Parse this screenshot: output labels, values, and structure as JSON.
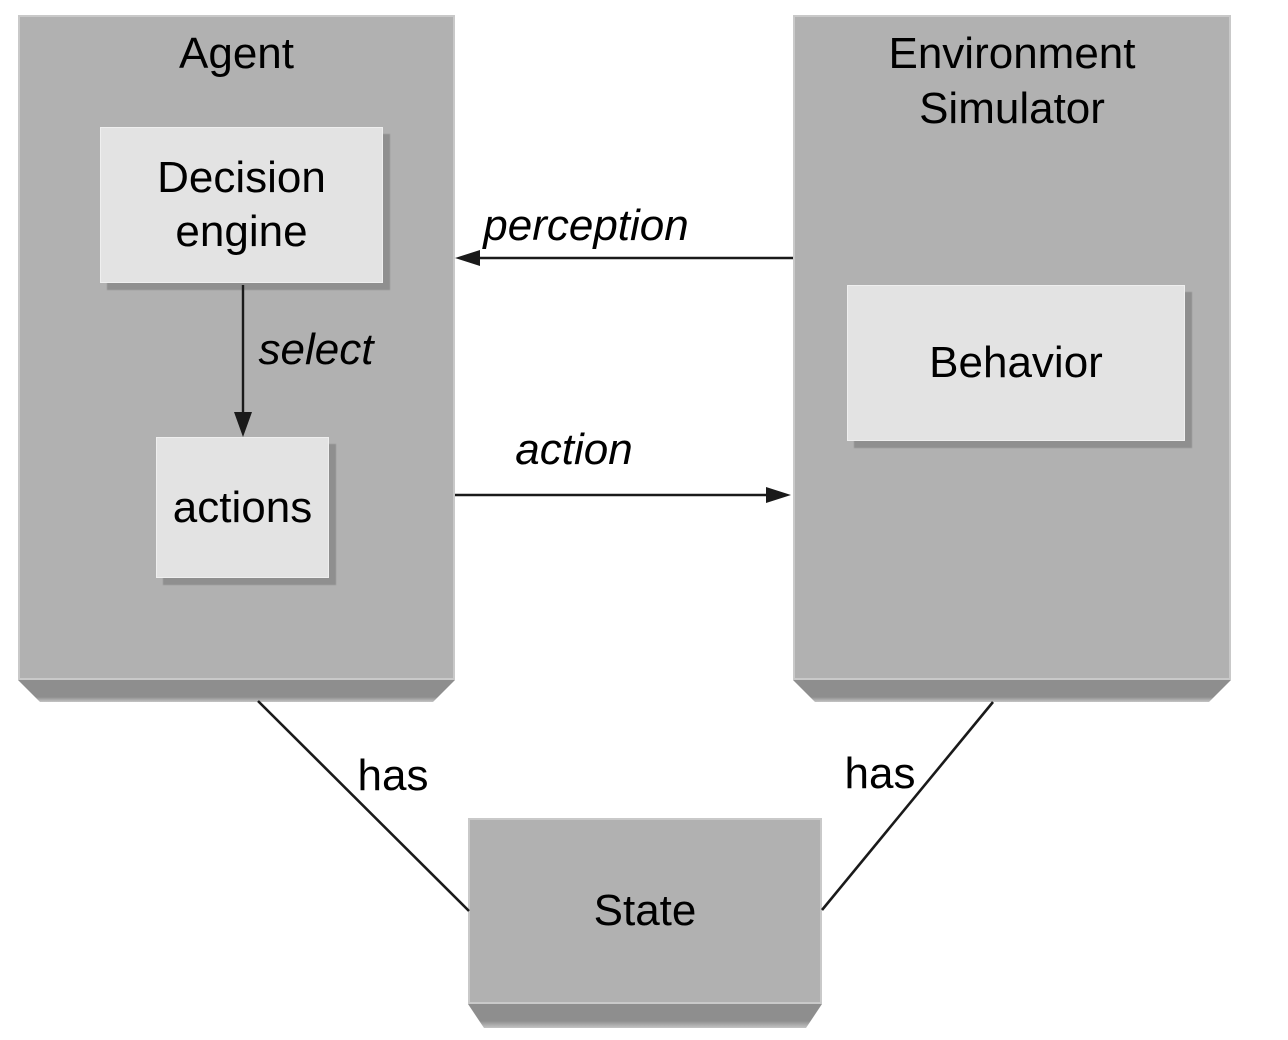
{
  "agent": {
    "title": "Agent",
    "decision_engine": {
      "lines": [
        "Decision",
        "engine"
      ]
    },
    "actions_label": "actions"
  },
  "environment": {
    "title_lines": [
      "Environment",
      "Simulator"
    ],
    "behavior_label": "Behavior"
  },
  "state": {
    "label": "State"
  },
  "edges": {
    "perception_label": "perception",
    "action_label": "action",
    "select_label": "select",
    "has_left_label": "has",
    "has_right_label": "has"
  },
  "colors": {
    "background": "#ffffff",
    "container_fill": "#b1b1b1",
    "container_highlight_border": "#c9c9c9",
    "container_bevel": "#8e8e8e",
    "inner_box_fill": "#e3e3e3",
    "inner_box_shadow": "#8f8f8f",
    "connector_line": "#1a1a1a",
    "text": "#000000"
  }
}
